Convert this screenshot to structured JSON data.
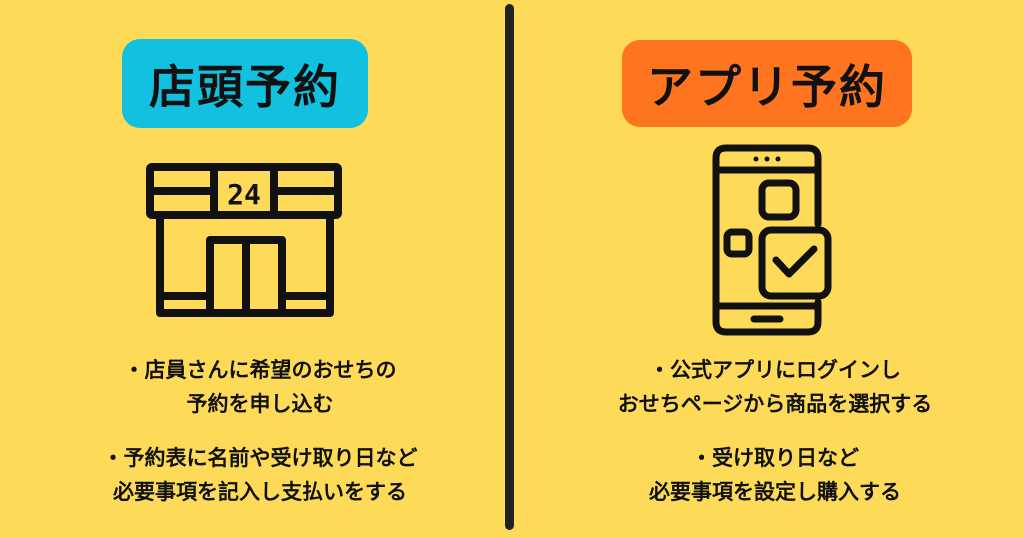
{
  "colors": {
    "background": "#FDDA57",
    "divider": "#222222",
    "left_pill": "#12C0E0",
    "right_pill": "#FF751F",
    "text": "#111111"
  },
  "left": {
    "title": "店頭予約",
    "icon": "convenience-store-24-icon",
    "icon_label": "24",
    "bullets": [
      {
        "lines": [
          "・店員さんに希望のおせちの",
          "予約を申し込む"
        ]
      },
      {
        "lines": [
          "・予約表に名前や受け取り日など",
          "必要事項を記入し支払いをする"
        ]
      }
    ]
  },
  "right": {
    "title": "アプリ予約",
    "icon": "smartphone-app-check-icon",
    "bullets": [
      {
        "lines": [
          "・公式アプリにログインし",
          "おせちページから商品を選択する"
        ]
      },
      {
        "lines": [
          "・受け取り日など",
          "必要事項を設定し購入する"
        ]
      }
    ]
  }
}
